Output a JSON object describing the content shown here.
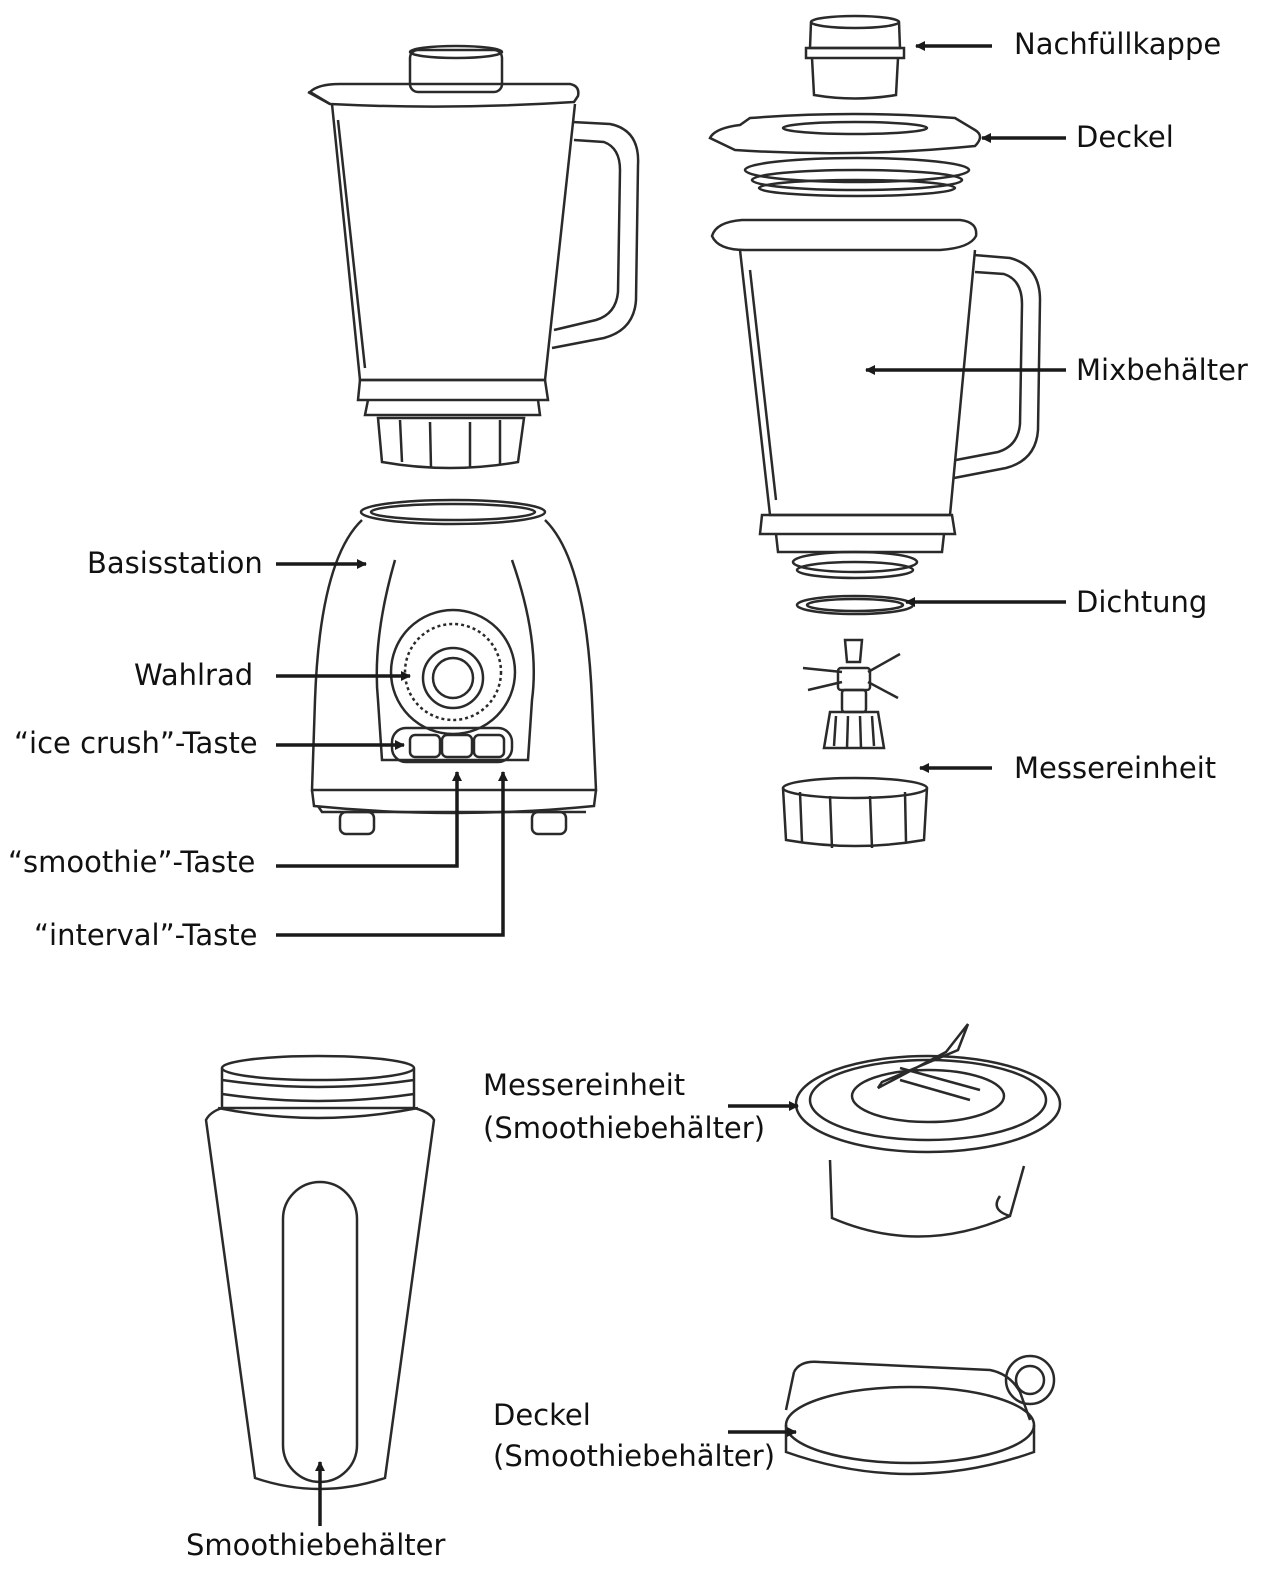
{
  "labels": {
    "nachfuellkappe": "Nachfüllkappe",
    "deckel": "Deckel",
    "mixbehaelter": "Mixbehälter",
    "basisstation": "Basisstation",
    "dichtung": "Dichtung",
    "wahlrad": "Wahlrad",
    "ice_crush": "“ice crush”-Taste",
    "messereinheit": "Messereinheit",
    "smoothie_taste": "“smoothie”-Taste",
    "interval_taste": "“interval”-Taste",
    "messereinheit_smoothie_1": "Messereinheit",
    "messereinheit_smoothie_2": "(Smoothiebehälter)",
    "deckel_smoothie_1": "Deckel",
    "deckel_smoothie_2": "(Smoothiebehälter)",
    "smoothiebehaelter": "Smoothiebehälter"
  },
  "colors": {
    "line": "#1a1a1a",
    "text": "#111111",
    "background": "#ffffff"
  }
}
